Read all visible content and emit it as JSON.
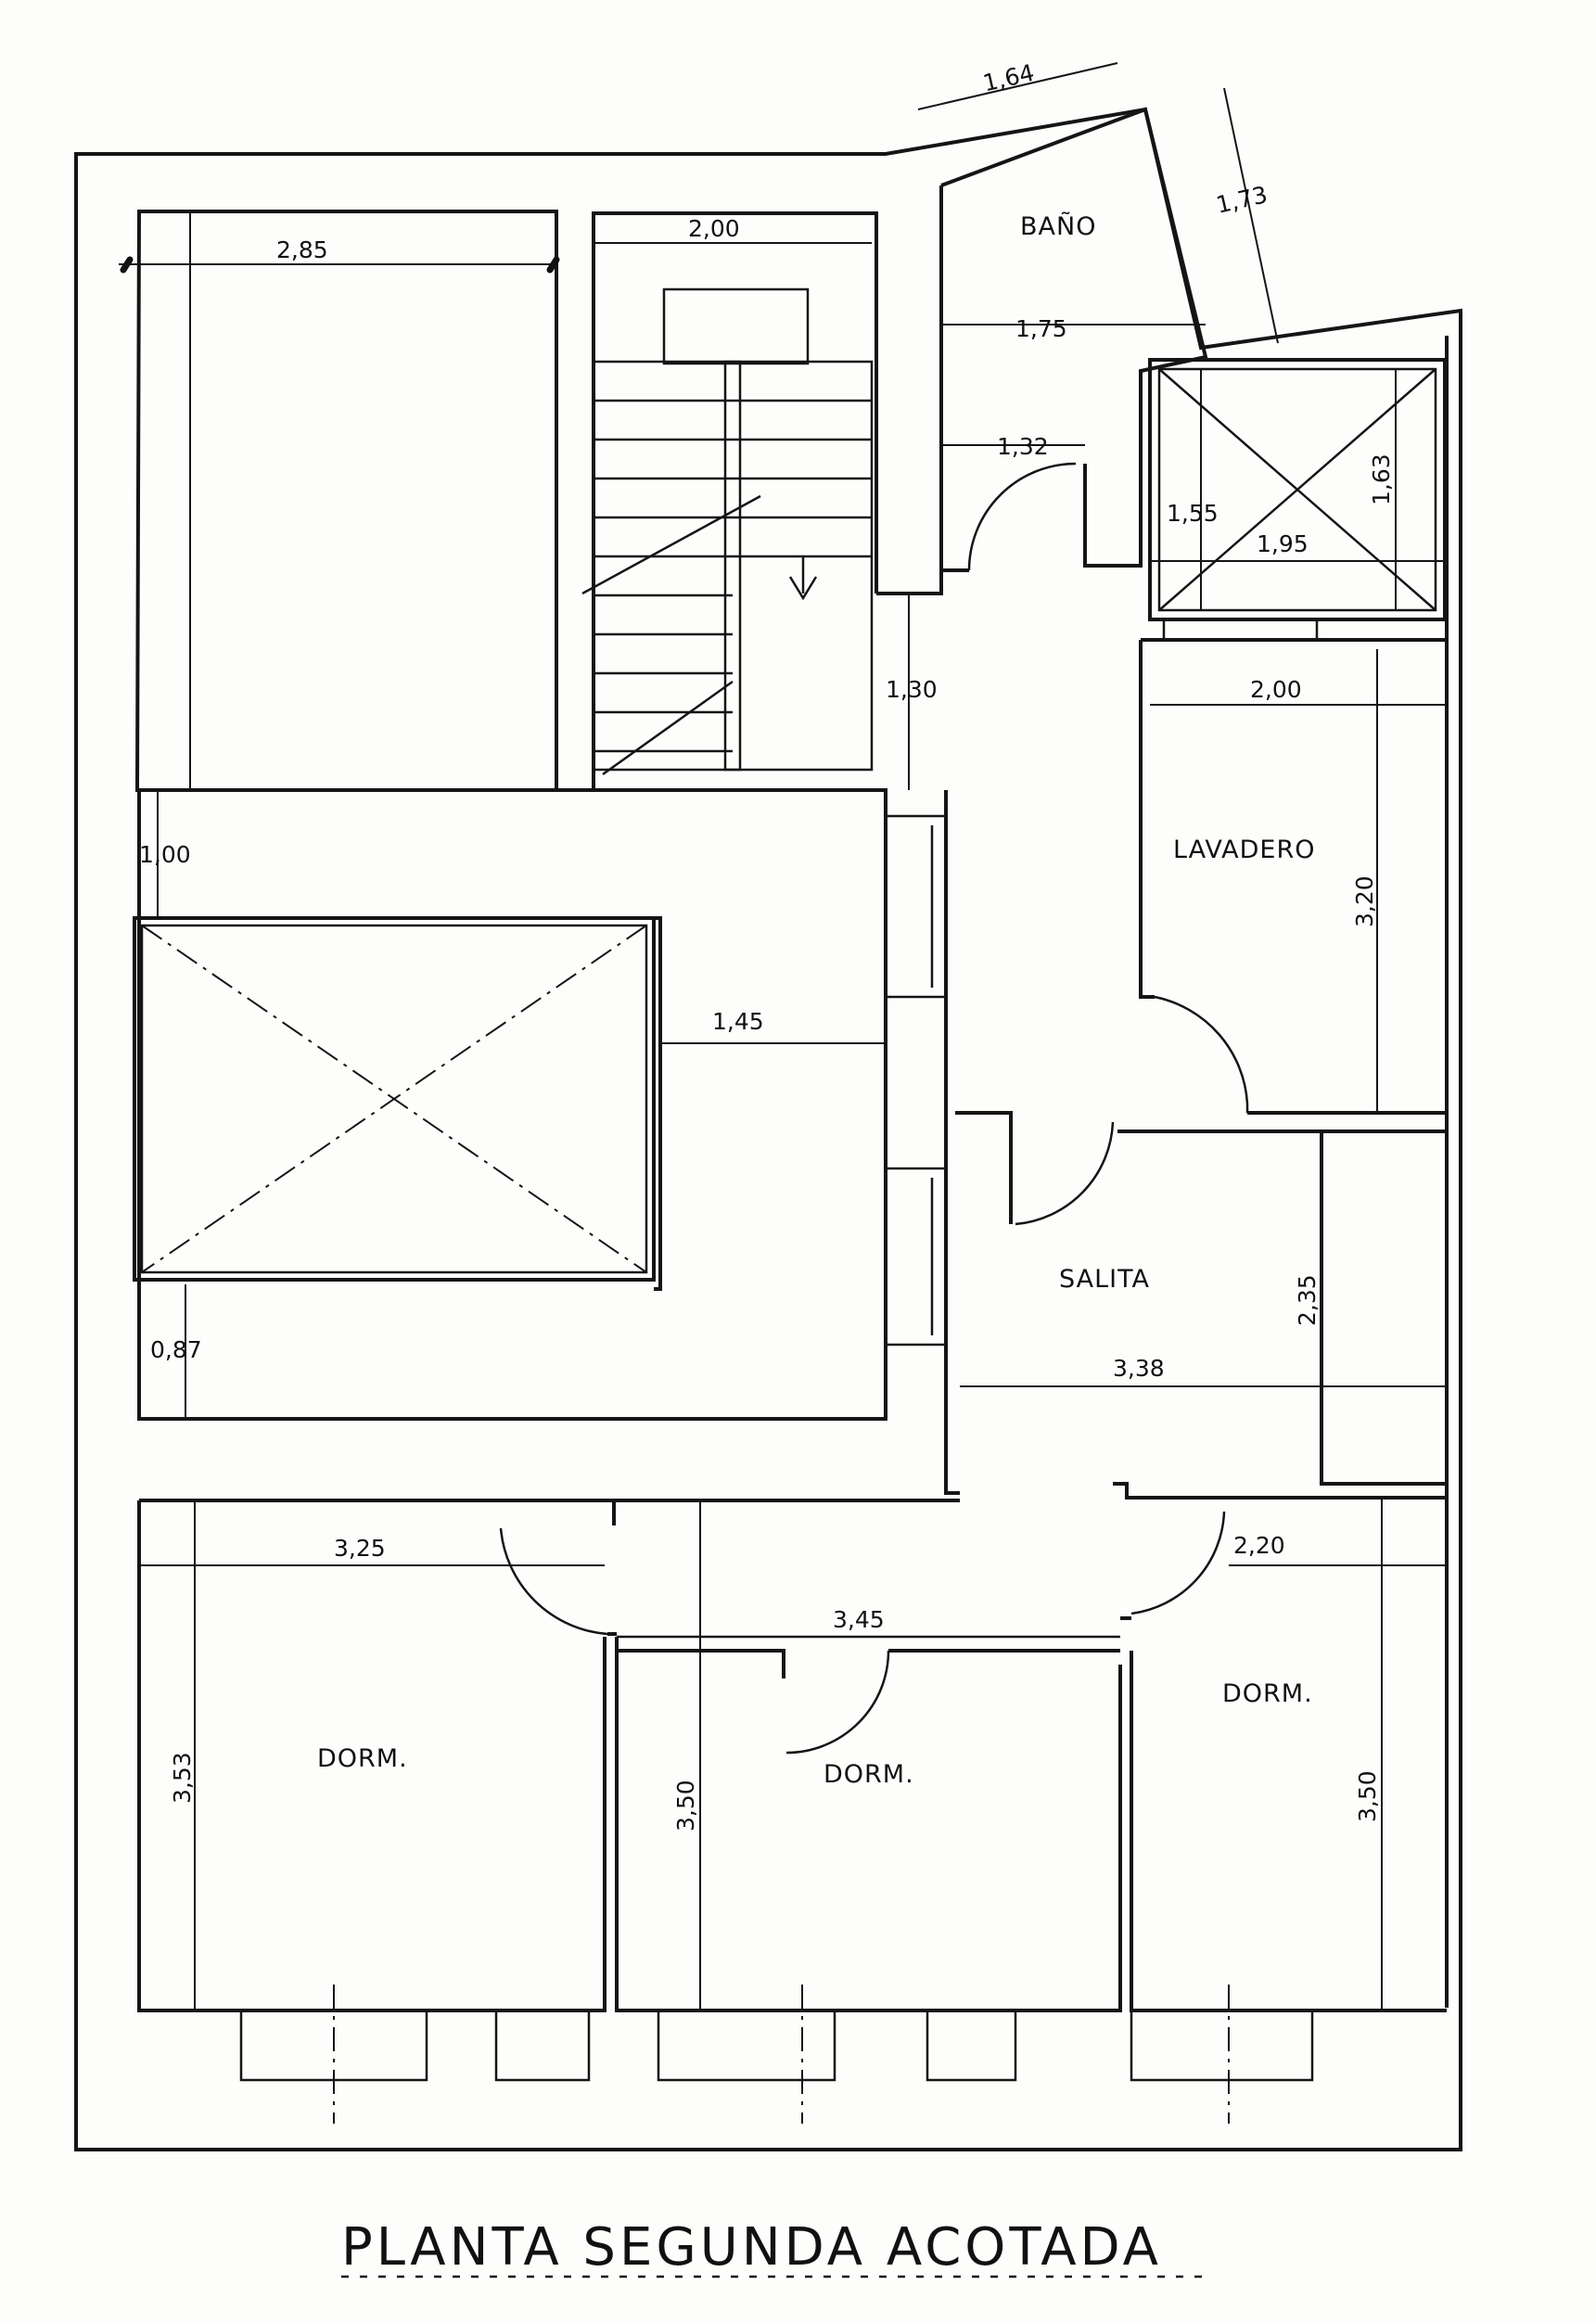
{
  "title": "PLANTA SEGUNDA ACOTADA",
  "rooms": {
    "bano": "BAÑO",
    "lavadero": "LAVADERO",
    "salita": "SALITA",
    "dorm_left": "DORM.",
    "dorm_middle": "DORM.",
    "dorm_right": "DORM."
  },
  "dimensions": {
    "d_2_85": "2,85",
    "d_2_00_stair": "2,00",
    "d_1_64": "1,64",
    "d_1_73": "1,73",
    "d_1_75": "1,75",
    "d_1_32": "1,32",
    "d_1_55": "1,55",
    "d_1_95": "1,95",
    "d_1_63": "1,63",
    "d_1_30": "1,30",
    "d_2_00_lav": "2,00",
    "d_3_20": "3,20",
    "d_1_00": "1,00",
    "d_1_45": "1,45",
    "d_0_87": "0,87",
    "d_2_35": "2,35",
    "d_3_38": "3,38",
    "d_3_25": "3,25",
    "d_3_45": "3,45",
    "d_2_20": "2,20",
    "d_3_53": "3,53",
    "d_3_50_mid": "3,50",
    "d_3_50_right": "3,50"
  }
}
